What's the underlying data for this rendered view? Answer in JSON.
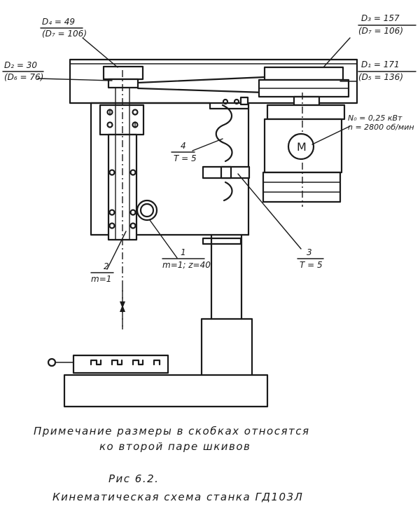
{
  "labels": {
    "d4": "D₄ = 49",
    "d4_alt": "(D₇ = 106)",
    "d2": "D₂ = 30",
    "d2_alt": "(D₆ = 76)",
    "d3": "D₃ = 157",
    "d3_alt": "(D₇ = 106)",
    "d1": "D₁ = 171",
    "d1_alt": "(D₅ = 136)",
    "motor_power": "N₀ = 0,25 кВт",
    "motor_speed": "n = 2800 об/мин",
    "motor_symbol": "M",
    "part4_num": "4",
    "part4_spec": "T = 5",
    "part3_num": "3",
    "part3_spec": "T = 5",
    "part1_num": "1",
    "part1_spec": "m=1; z=40",
    "part2_num": "2",
    "part2_spec": "m=1"
  },
  "caption": {
    "note_line1": "Примечание  размеры  в  скобках  относятся",
    "note_line2": "ко  второй  паре  шкивов",
    "figure_number": "Рис  6.2.",
    "figure_title": "Кинематическая  схема  станка  ГД103Л"
  }
}
